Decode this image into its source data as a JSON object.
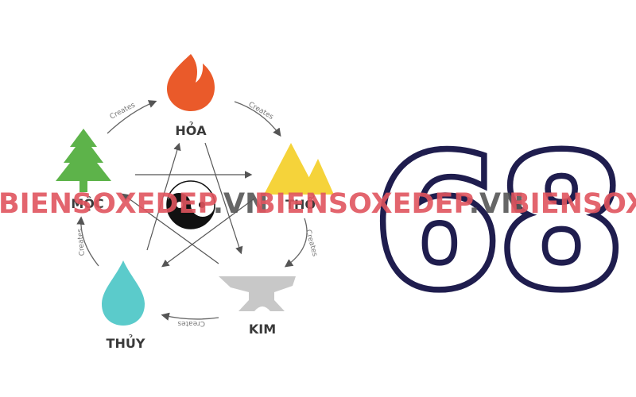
{
  "diagram": {
    "elements": [
      {
        "label": "HỎA",
        "icon": "fire-icon",
        "color": "#ea5a2a"
      },
      {
        "label": "THỔ",
        "icon": "mountain-icon",
        "color": "#f5d33a"
      },
      {
        "label": "KIM",
        "icon": "anvil-icon",
        "color": "#c8c8c8"
      },
      {
        "label": "THỦY",
        "icon": "water-drop-icon",
        "color": "#5bcbcb"
      },
      {
        "label": "MỘC",
        "icon": "tree-icon",
        "color": "#5db34a"
      }
    ],
    "cycle_label": "Creates",
    "center_icon": "yin-yang-icon"
  },
  "number": {
    "text": "68",
    "color": "#1f1d4e"
  },
  "watermark": {
    "main": "BIENSOXEDEP",
    "suffix": ".VN",
    "main_color": "#e0545e",
    "suffix_color": "#555555"
  }
}
